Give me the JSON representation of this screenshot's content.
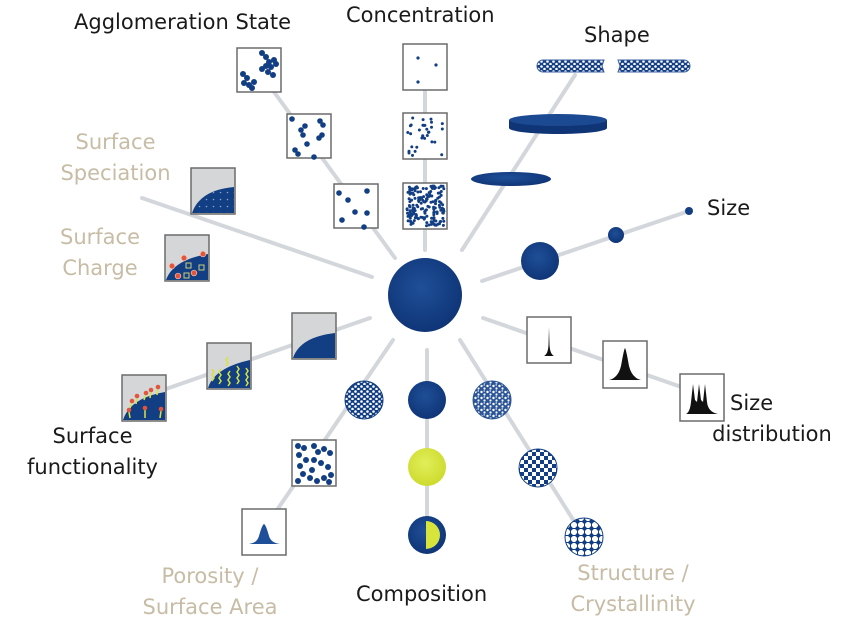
{
  "diagram": {
    "subject": "Nanoparticle physicochemical properties",
    "colors": {
      "particle_blue": "#123e83",
      "accent_yellow": "#d7e43c",
      "ray_gray": "#d3d7dc",
      "box_border": "#6b6b6b",
      "surface_gray": "#d4d6d8",
      "label_dark": "#1a1a1a",
      "label_tan": "#c7bca5",
      "functional_red": "#e2553a"
    },
    "center_node": {
      "name": "nanoparticle",
      "shape": "circle"
    },
    "properties": [
      {
        "id": "agglomeration",
        "label": "Agglomeration State",
        "style": "dark",
        "icons": [
          "dispersed-particles-box",
          "partly-clustered-box",
          "agglomerated-box"
        ]
      },
      {
        "id": "concentration",
        "label": "Concentration",
        "style": "dark",
        "icons": [
          "high-concentration-box",
          "medium-concentration-box",
          "low-concentration-box"
        ]
      },
      {
        "id": "shape",
        "label": "Shape",
        "style": "dark",
        "icons": [
          "ellipsoid",
          "disc",
          "nanotube"
        ]
      },
      {
        "id": "size",
        "label": "Size",
        "style": "dark",
        "icons": [
          "large-sphere",
          "medium-sphere",
          "small-sphere"
        ]
      },
      {
        "id": "size-distribution",
        "label_lines": [
          "Size",
          "distribution"
        ],
        "style": "dark",
        "icons": [
          "narrow-peak",
          "broad-peak",
          "multimodal-peaks"
        ]
      },
      {
        "id": "structure",
        "label_lines": [
          "Structure /",
          "Crystallinity"
        ],
        "style": "tan",
        "icons": [
          "amorphous-sphere",
          "semi-ordered-sphere",
          "crystalline-sphere"
        ]
      },
      {
        "id": "composition",
        "label": "Composition",
        "style": "dark",
        "icons": [
          "blue-sphere",
          "yellow-sphere",
          "core-shell-sphere"
        ]
      },
      {
        "id": "porosity",
        "label_lines": [
          "Porosity /",
          "Surface Area"
        ],
        "style": "tan",
        "icons": [
          "porous-sphere",
          "porous-network-box",
          "pore-distribution-box"
        ]
      },
      {
        "id": "surface-functionality",
        "label_lines": [
          "Surface",
          "functionality"
        ],
        "style": "dark",
        "icons": [
          "bare-surface-box",
          "ligand-surface-box",
          "functional-group-surface-box"
        ]
      },
      {
        "id": "surface-charge",
        "label_lines": [
          "Surface",
          "Charge"
        ],
        "style": "tan",
        "icons": [
          "charged-surface-box"
        ]
      },
      {
        "id": "surface-speciation",
        "label_lines": [
          "Surface",
          "Speciation"
        ],
        "style": "tan",
        "icons": [
          "speciated-surface-box"
        ]
      }
    ]
  }
}
